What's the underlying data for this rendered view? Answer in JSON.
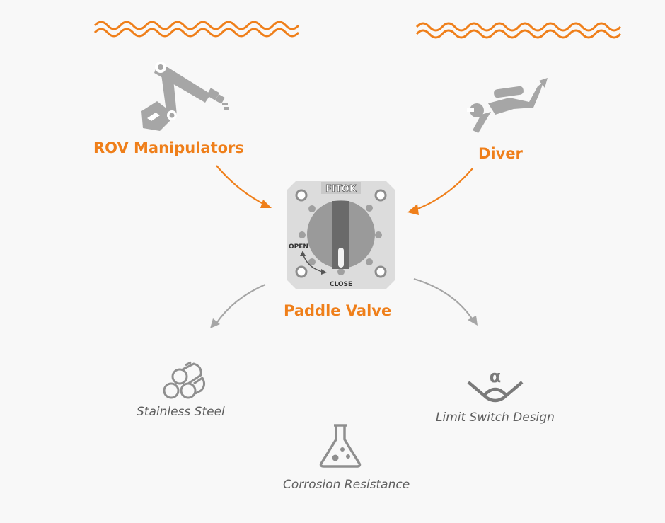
{
  "colors": {
    "accent": "#ef7f1a",
    "icon_gray": "#a6a6a6",
    "text_gray": "#5f5f5f",
    "arrow_gray": "#a6a6a6",
    "background": "#f8f8f8"
  },
  "inputs": {
    "rov": {
      "label": "ROV Manipulators",
      "icon": "robot-arm-icon"
    },
    "diver": {
      "label": "Diver",
      "icon": "diver-icon"
    }
  },
  "center": {
    "label": "Paddle Valve",
    "brand": "FITOK",
    "open_label": "OPEN",
    "close_label": "CLOSE"
  },
  "features": {
    "stainless": {
      "label": "Stainless Steel",
      "icon": "steel-bars-icon"
    },
    "limit_switch": {
      "label": "Limit Switch Design",
      "icon": "limit-switch-icon",
      "symbol": "α"
    },
    "corrosion": {
      "label": "Corrosion Resistance",
      "icon": "flask-icon"
    }
  }
}
